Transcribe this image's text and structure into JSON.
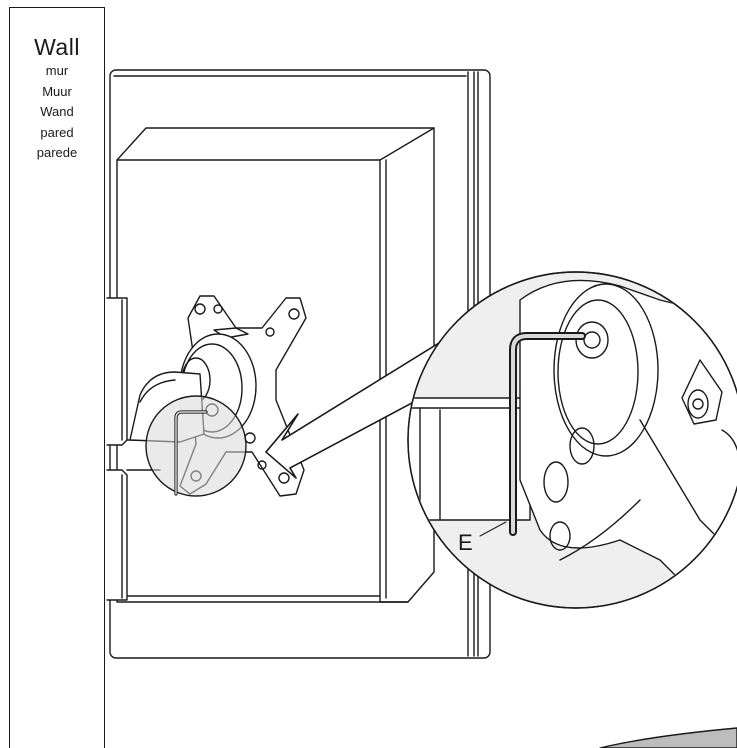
{
  "wall_panel": {
    "title": "Wall",
    "translations": [
      "mur",
      "Muur",
      "Wand",
      "pared",
      "parede"
    ]
  },
  "callout_label": "E",
  "colors": {
    "line": "#1a1a1a",
    "highlight": "#d9d9d9",
    "zoom_fill": "#e6e6e6",
    "background": "#ffffff"
  }
}
